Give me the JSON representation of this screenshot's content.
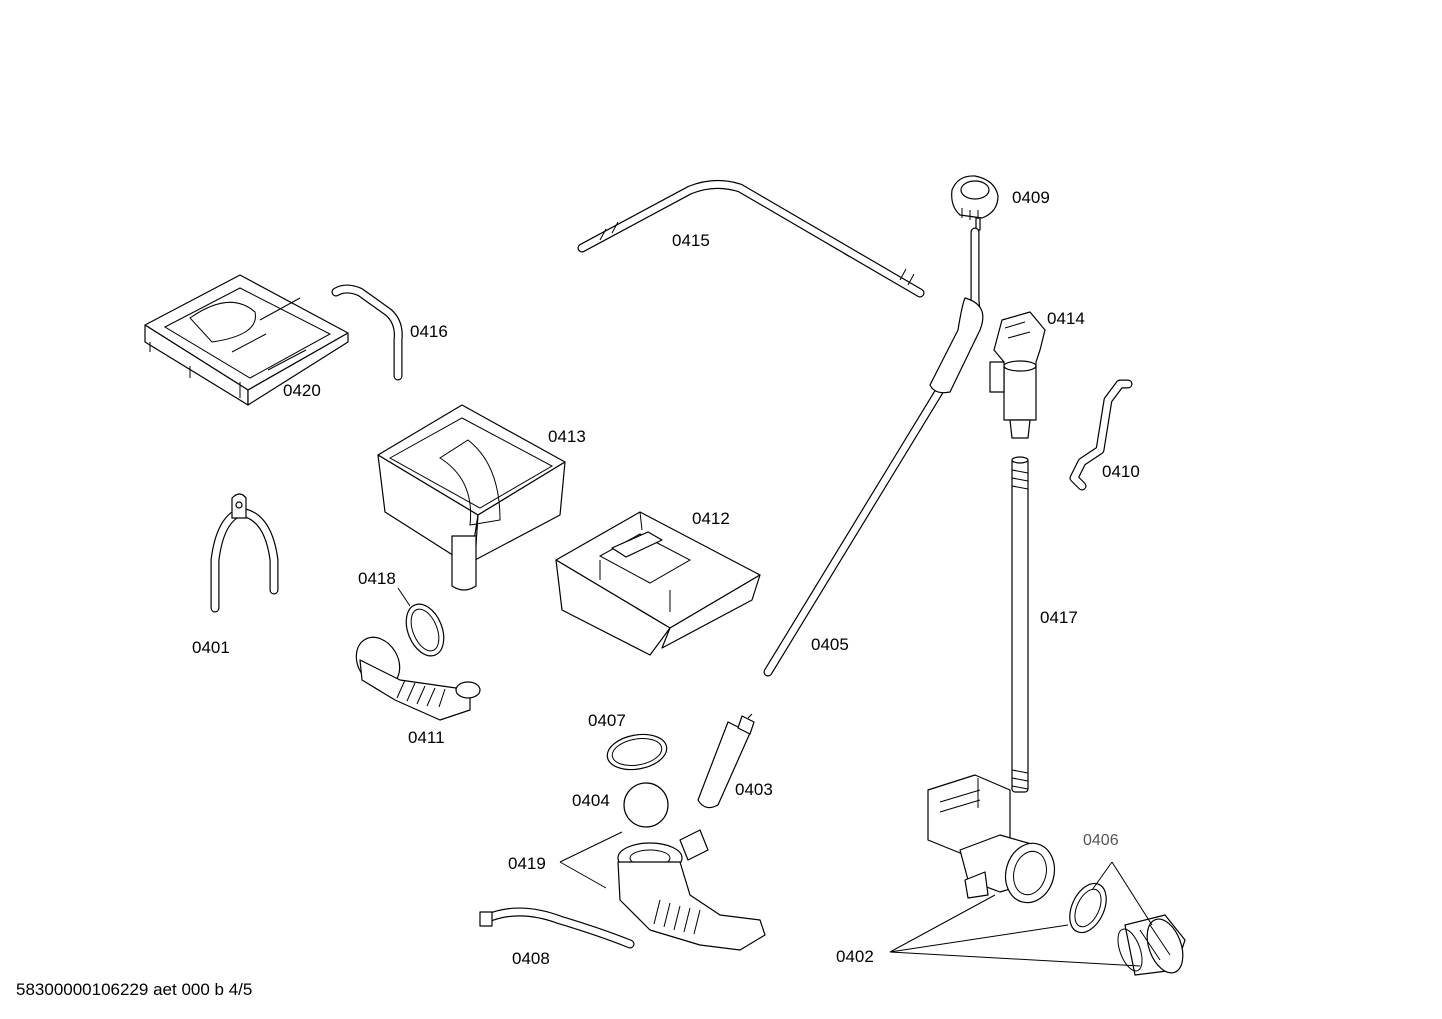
{
  "diagram": {
    "callouts": {
      "p0401": "0401",
      "p0402": "0402",
      "p0403": "0403",
      "p0404": "0404",
      "p0405": "0405",
      "p0406": "0406",
      "p0407": "0407",
      "p0408": "0408",
      "p0409": "0409",
      "p0410": "0410",
      "p0411": "0411",
      "p0412": "0412",
      "p0413": "0413",
      "p0414": "0414",
      "p0415": "0415",
      "p0416": "0416",
      "p0417": "0417",
      "p0418": "0418",
      "p0419": "0419",
      "p0420": "0420"
    },
    "footer_text": "58300000106229 aet 000 b 4/5"
  }
}
